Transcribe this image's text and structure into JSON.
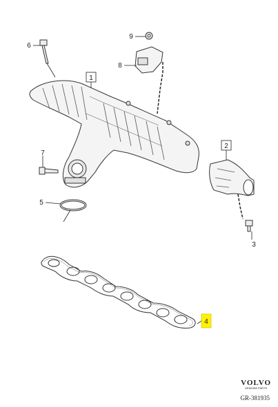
{
  "callouts": {
    "c1": "1",
    "c2": "2",
    "c3": "3",
    "c4": "4",
    "c5": "5",
    "c6": "6",
    "c7": "7",
    "c8": "8",
    "c9": "9"
  },
  "highlight_color": "#fff200",
  "brand": {
    "logo": "VOLVO",
    "tagline": "GENUINE PARTS"
  },
  "reference": "GR-381935"
}
